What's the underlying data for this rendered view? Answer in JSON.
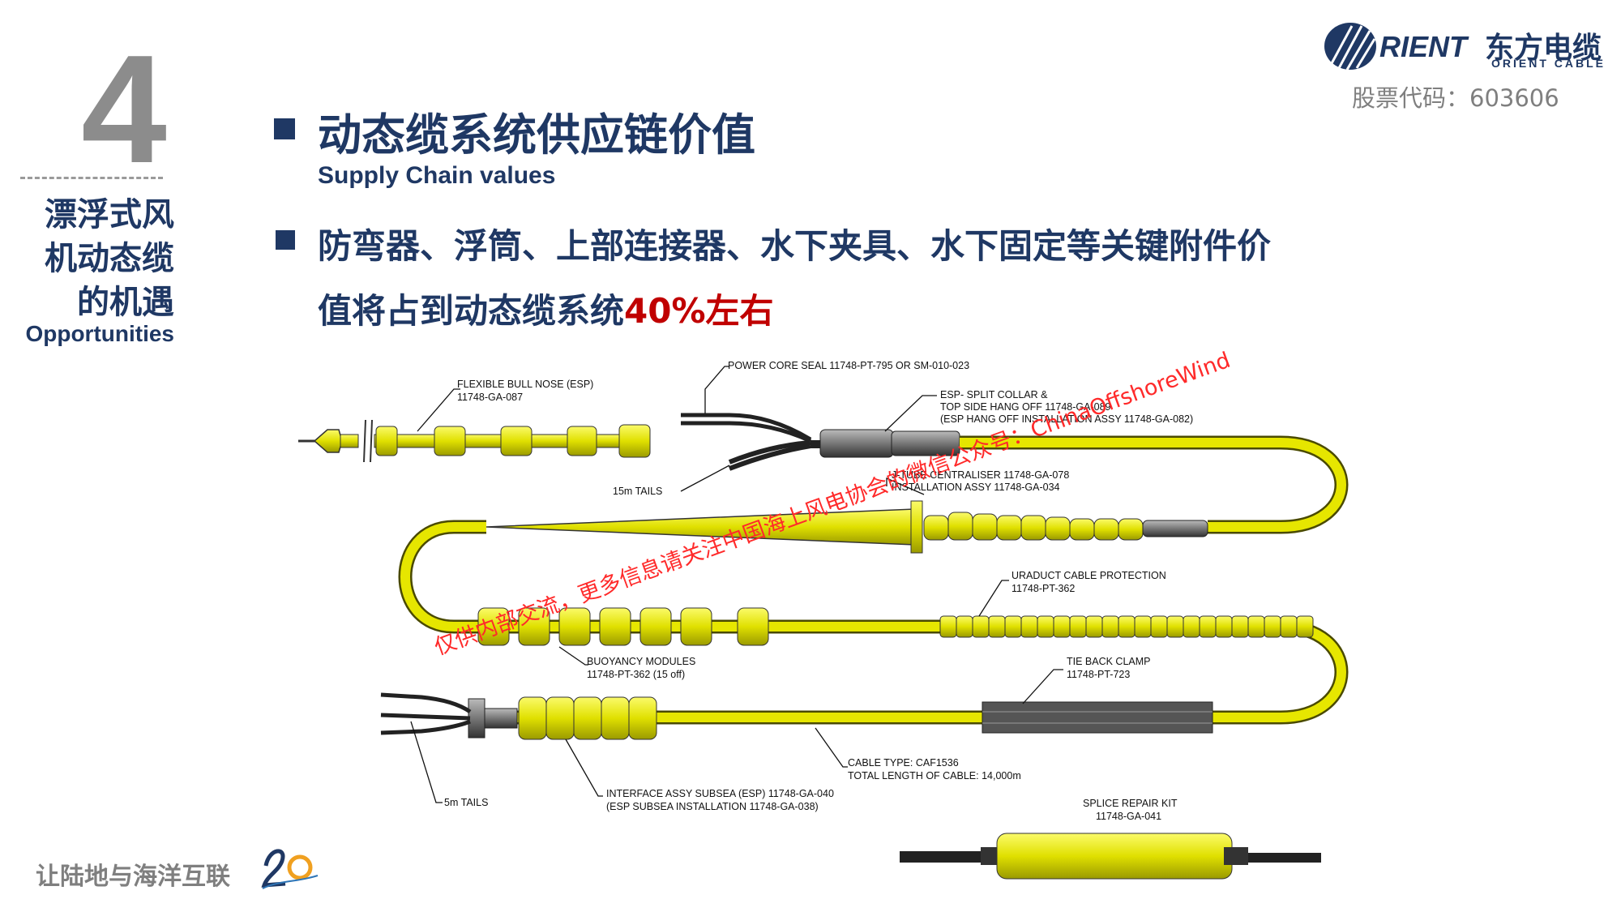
{
  "section": {
    "number": "4",
    "title_cn": "漂浮式风\n机动态缆\n的机遇",
    "title_en": "Opportunities"
  },
  "header": {
    "title_cn": "动态缆系统供应链价值",
    "title_en": "Supply Chain values",
    "bullet_line1": "防弯器、浮筒、上部连接器、水下夹具、水下固定等关键附件价",
    "bullet_line2_prefix": "值将占到动态缆系统",
    "bullet_highlight": "40%左右"
  },
  "company": {
    "logo_text_en": "RIENT",
    "logo_text_cn": "东方电缆",
    "logo_sub_en": "ORIENT CABLE",
    "stock_code": "股票代码：603606"
  },
  "footer": {
    "slogan": "让陆地与海洋互联"
  },
  "watermark": {
    "line1": "仅供内部交流，更多信息请关注中国海上风电协会的微信公众号：ChinaOffshoreWind"
  },
  "colors": {
    "navy": "#1f3864",
    "accent_red": "#c00000",
    "cable_yellow": "#e6e600",
    "grey": "#7f7f7f"
  },
  "diagram": {
    "labels": {
      "bull_nose_1": "FLEXIBLE BULL NOSE (ESP)",
      "bull_nose_2": "11748-GA-087",
      "power_core": "POWER CORE SEAL 11748-PT-795 OR SM-010-023",
      "esp_collar_1": "ESP- SPLIT COLLAR &",
      "esp_collar_2": "TOP SIDE HANG OFF 11748-GA-089",
      "esp_collar_3": "(ESP HANG OFF INSTALLATION ASSY 11748-GA-082)",
      "tails_15m": "15m TAILS",
      "jtube_1": "J-TUBE CENTRALISER 11748-GA-078",
      "jtube_2": "INSTALLATION ASSY 11748-GA-034",
      "uraduct_1": "URADUCT CABLE PROTECTION",
      "uraduct_2": "11748-PT-362",
      "buoyancy_1": "BUOYANCY MODULES",
      "buoyancy_2": "11748-PT-362 (15 off)",
      "tieback_1": "TIE BACK CLAMP",
      "tieback_2": "11748-PT-723",
      "cable_type_1": "CABLE TYPE: CAF1536",
      "cable_type_2": "TOTAL LENGTH OF CABLE: 14,000m",
      "interface_1": "INTERFACE ASSY SUBSEA (ESP) 11748-GA-040",
      "interface_2": "(ESP SUBSEA INSTALLATION 11748-GA-038)",
      "tails_5m": "5m TAILS",
      "splice_1": "SPLICE REPAIR KIT",
      "splice_2": "11748-GA-041"
    }
  }
}
